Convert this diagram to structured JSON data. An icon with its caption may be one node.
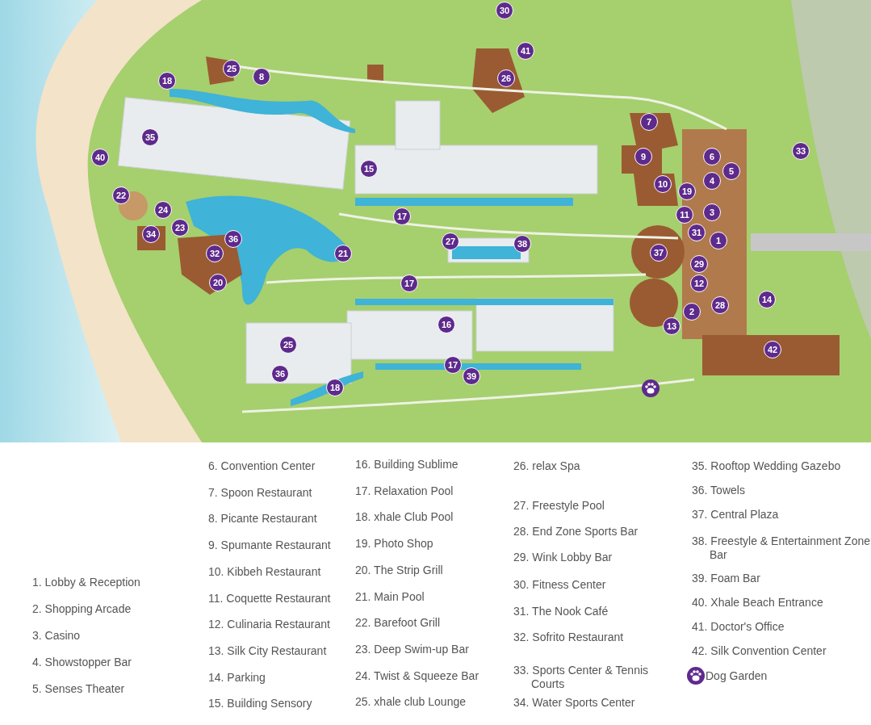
{
  "diagram": {
    "labels": [
      "30",
      "41",
      "25",
      "8",
      "18",
      "26",
      "7",
      "33",
      "9",
      "35",
      "6",
      "40",
      "5",
      "15",
      "4",
      "10",
      "19",
      "22",
      "24",
      "3",
      "11",
      "17",
      "23",
      "31",
      "34",
      "36",
      "1",
      "27",
      "38",
      "37",
      "21",
      "32",
      "29",
      "17",
      "20",
      "12",
      "14",
      "28",
      "2",
      "16",
      "13",
      "25",
      "42",
      "17",
      "36",
      "39",
      "18",
      "1. Lobby & Reception",
      "2. Shopping Arcade",
      "3. Casino",
      "4. Showstopper Bar",
      "5. Senses Theater",
      "6. Convention Center",
      "7. Spoon Restaurant",
      "8. Picante Restaurant",
      "9. Spumante Restaurant",
      "10. Kibbeh Restaurant",
      "11. Coquette Restaurant",
      "12. Culinaria Restaurant",
      "13. Silk City Restaurant",
      "14. Parking",
      "15. Building Sensory",
      "16. Building Sublime",
      "17. Relaxation Pool",
      "18. xhale Club Pool",
      "19. Photo Shop",
      "20. The Strip Grill",
      "21. Main Pool",
      "22. Barefoot Grill",
      "23. Deep Swim-up Bar",
      "24. Twist & Squeeze Bar",
      "25. xhale club Lounge",
      "26. relax Spa",
      "27. Freestyle Pool",
      "28. End Zone Sports Bar",
      "29. Wink Lobby Bar",
      "30. Fitness Center",
      "31. The Nook Café",
      "32. Sofrito Restaurant",
      "33. Sports Center & Tennis Courts",
      "34. Water Sports Center",
      "35. Rooftop Wedding Gazebo",
      "36. Towels",
      "37. Central Plaza",
      "38. Freestyle & Entertainment Zone Bar",
      "39. Foam Bar",
      "40. Xhale Beach Entrance",
      "41. Doctor's Office",
      "42. Silk Convention Center"
    ],
    "legend": [
      {
        "text": "Dog Garden"
      }
    ]
  }
}
